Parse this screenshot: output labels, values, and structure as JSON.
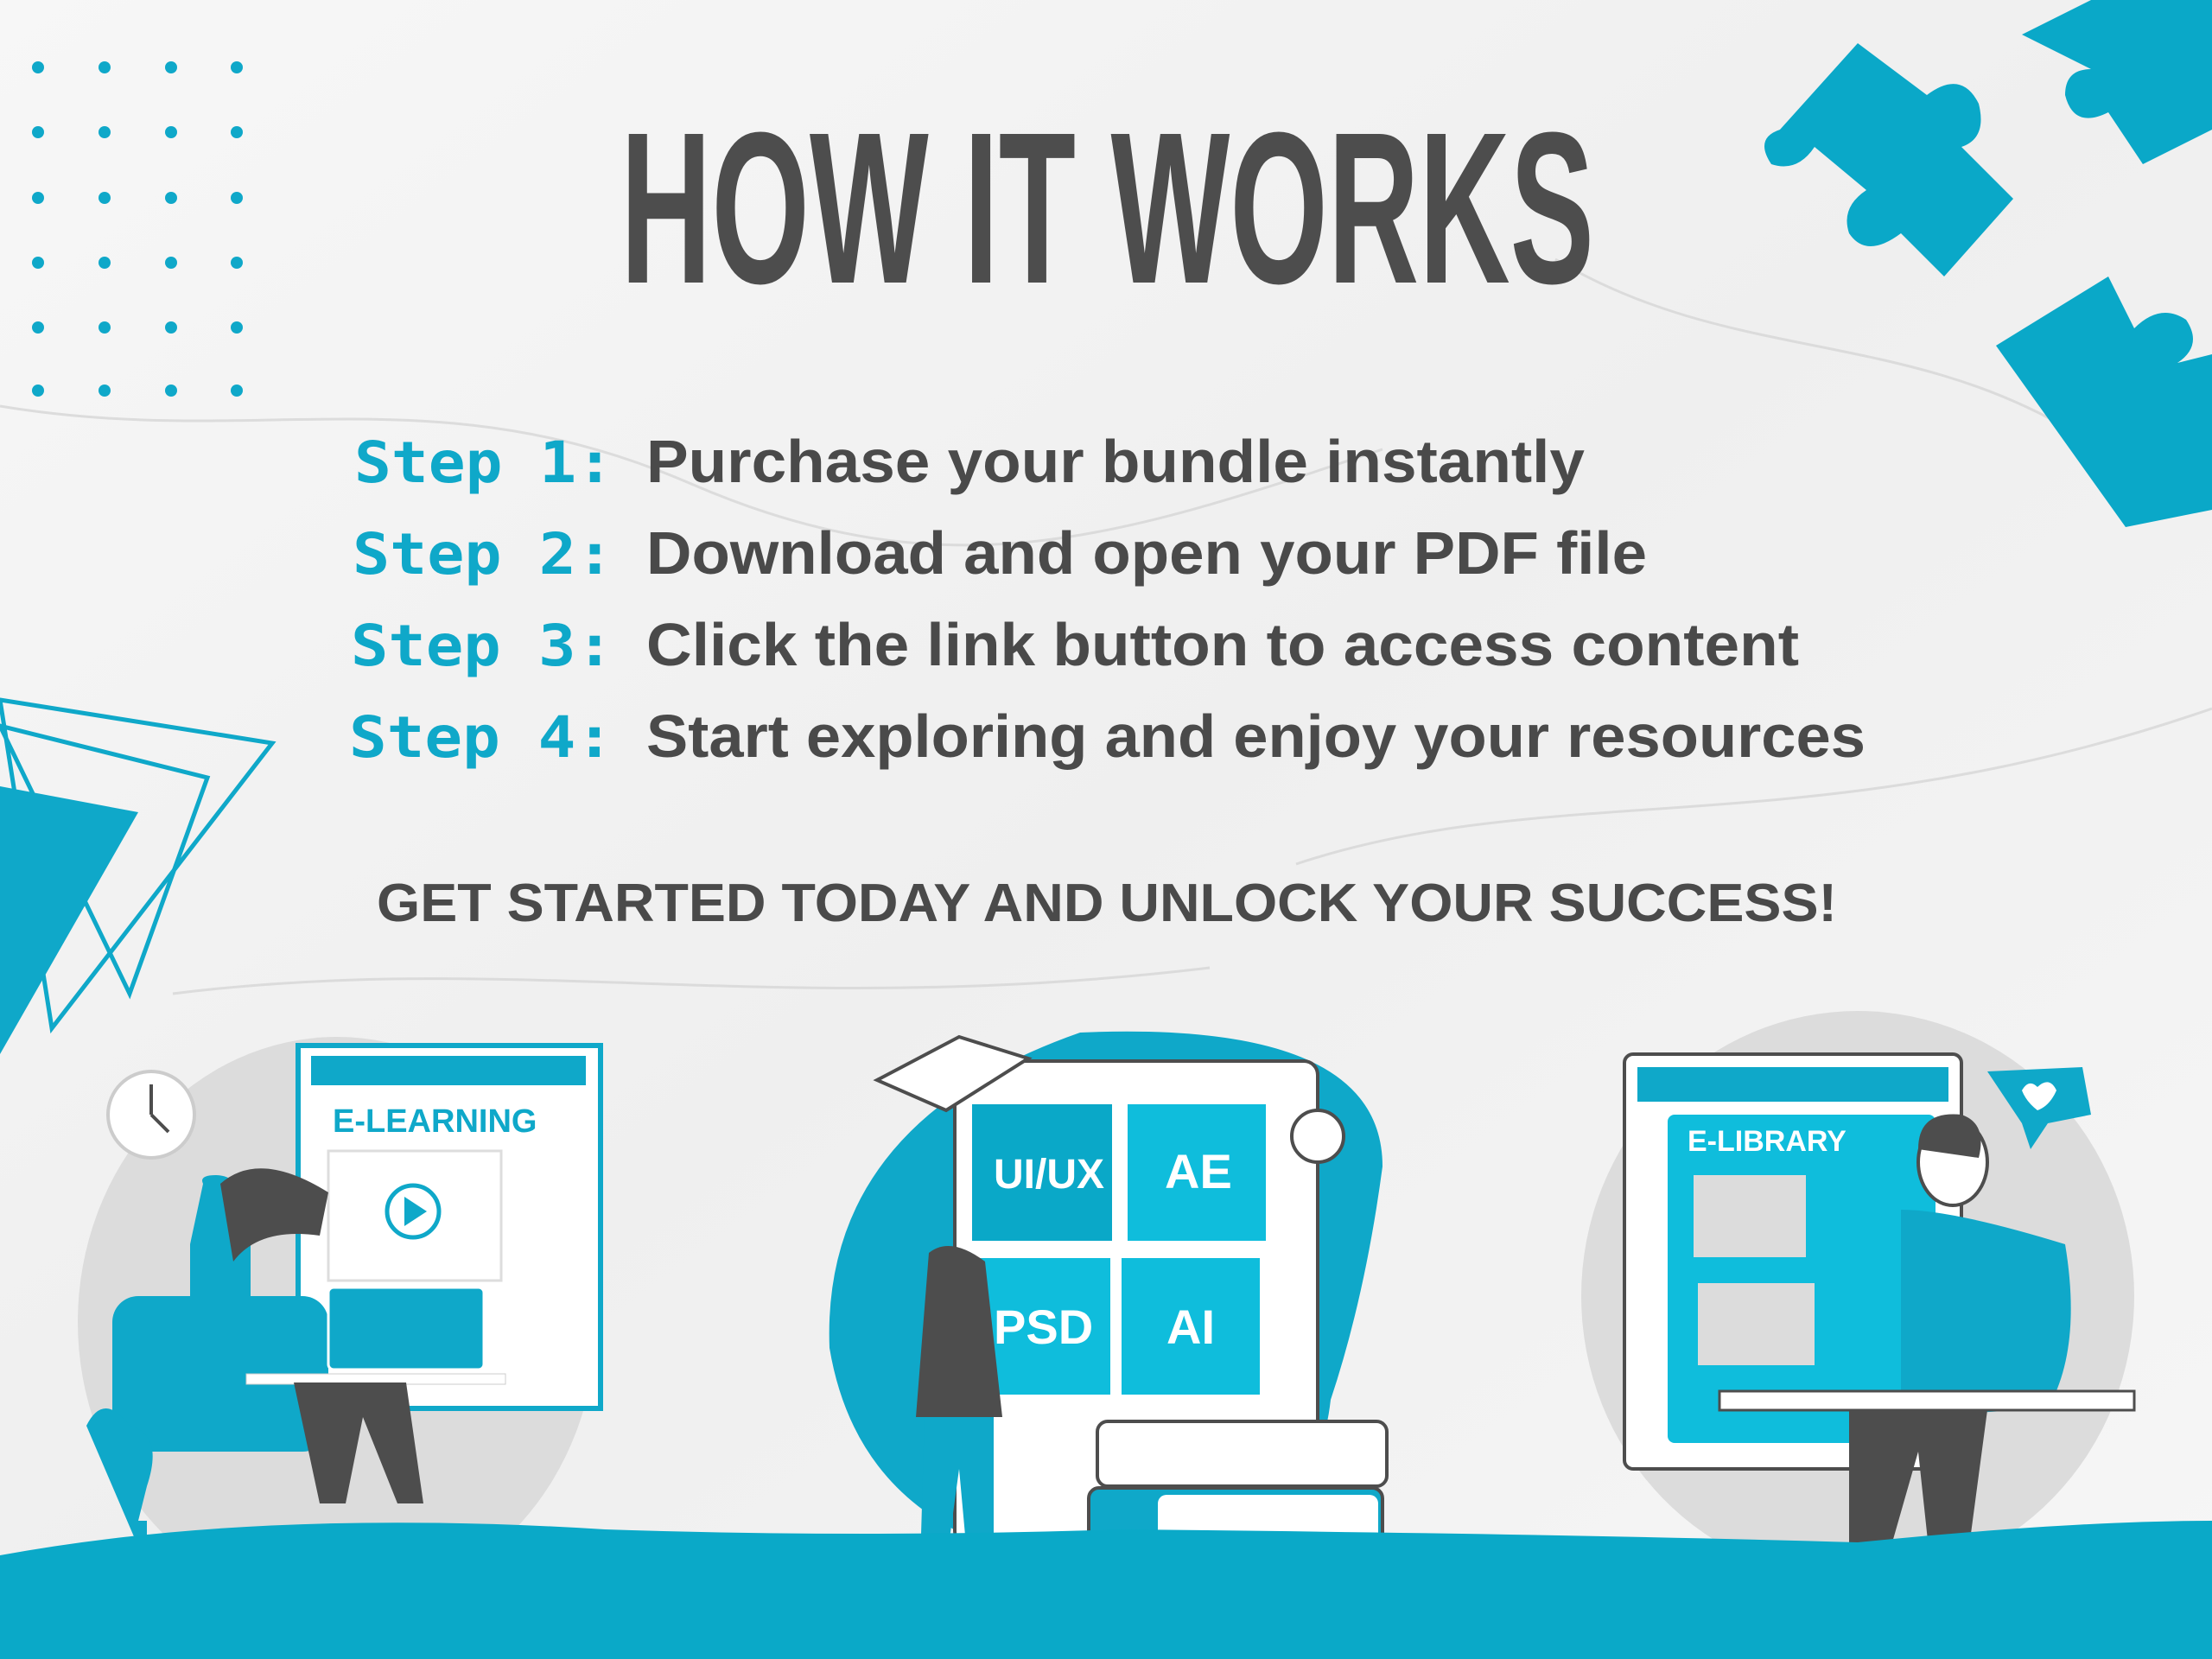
{
  "header": {
    "title": "HOW IT WORKS"
  },
  "steps": [
    {
      "label": "Step 1:",
      "text": "Purchase your bundle instantly"
    },
    {
      "label": "Step 2:",
      "text": "Download and open your PDF file"
    },
    {
      "label": "Step 3:",
      "text": "Click the link button to access content"
    },
    {
      "label": "Step 4:",
      "text": "Start exploring and enjoy your resources"
    }
  ],
  "cta": {
    "text": "GET STARTED TODAY AND UNLOCK YOUR SUCCESS!"
  },
  "illustrations": {
    "left_screen_label": "E-LEARNING",
    "center_tiles": [
      "UI/UX",
      "AE",
      "PSD",
      "AI"
    ],
    "right_screen_label": "E-LIBRARY"
  },
  "colors": {
    "accent": "#0fa8c9",
    "dark": "#4d4d4d",
    "background": "#f4f4f4"
  }
}
